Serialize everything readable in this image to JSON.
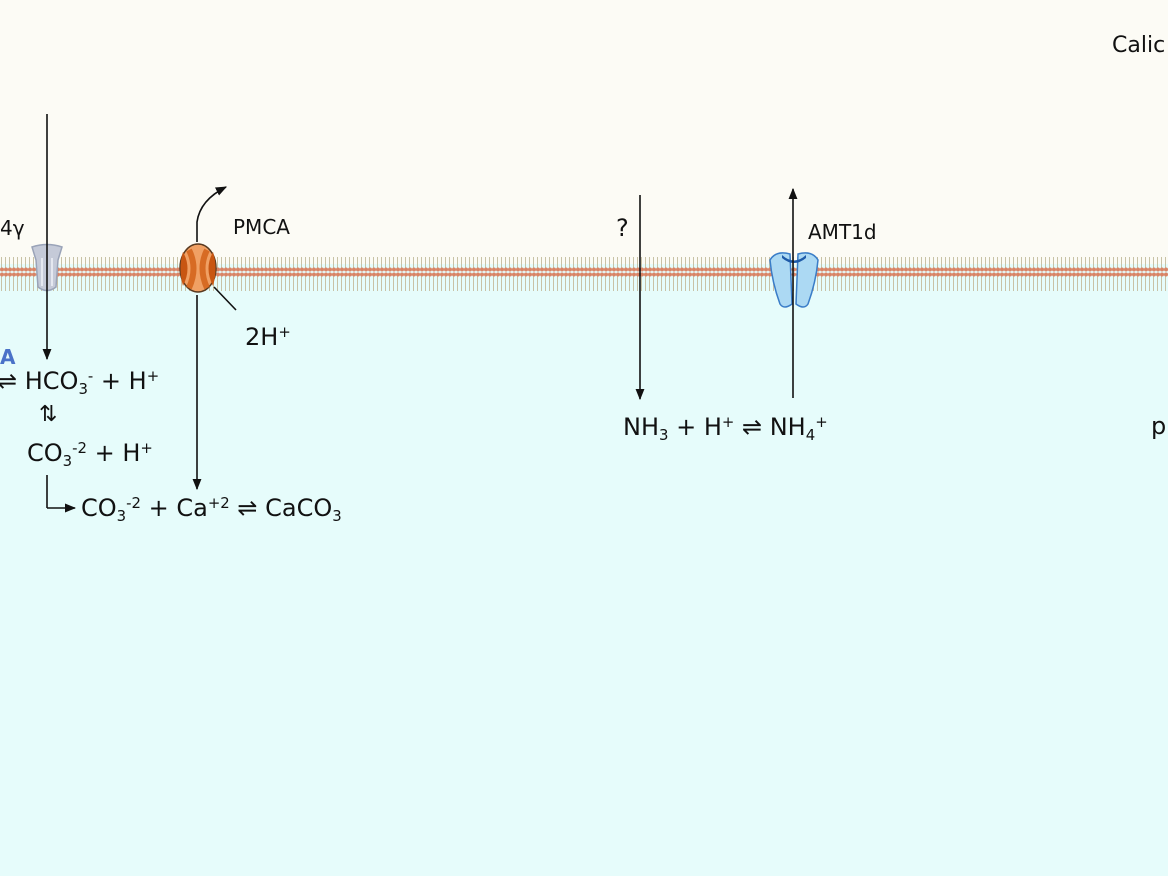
{
  "colors": {
    "upper_bg": "#fcfbf5",
    "lower_bg": "#e6fcfb",
    "membrane_head": "#d98466",
    "membrane_tail": "#c8c2a6",
    "transporter_grey": "#c5cad8",
    "pmca_orange": "#d26119",
    "amt_blue": "#acd9f3",
    "enzyme_label": "#4a72c8"
  },
  "labels": {
    "region_label_partial": "Calic",
    "transporter_left_partial": "4γ",
    "pmca": "PMCA",
    "unknown": "?",
    "amt": "AMT1d",
    "enzyme_partial": "A",
    "right_partial": "p",
    "two_h": "2H",
    "two_h_sup": "+"
  },
  "equations": {
    "bicarbonate": {
      "a": "⇌ HCO",
      "a_sub": "3",
      "a_sup": "-",
      "b": " + H",
      "b_sup": "+"
    },
    "updown": "⇅",
    "carbonate": {
      "a": "CO",
      "a_sub": "3",
      "a_sup": "-2",
      "b": " + H",
      "b_sup": "+"
    },
    "calcification": {
      "a": "CO",
      "a_sub": "3",
      "a_sup": "-2",
      "b": " + Ca",
      "b_sup": "+2",
      "c": " ⇌ CaCO",
      "c_sub": "3"
    },
    "ammonia": {
      "a": "NH",
      "a_sub": "3",
      "b": " + H",
      "b_sup": "+",
      "c": " ⇌ NH",
      "c_sub": "4",
      "c_sup": "+"
    }
  }
}
